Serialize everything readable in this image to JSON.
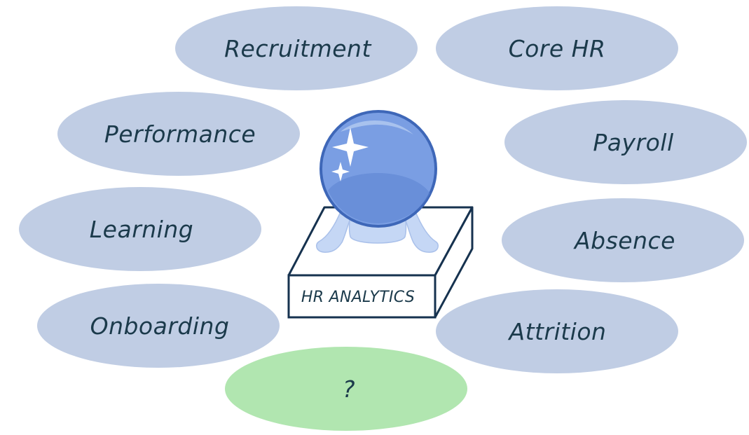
{
  "colors": {
    "ellipse_fill": "#c0cde4",
    "highlight_fill": "#b1e6b0",
    "text": "#1b3a4b",
    "box_stroke": "#16324f",
    "orb_fill": "#7a9ee3"
  },
  "categories": {
    "recruitment": "Recruitment",
    "core_hr": "Core HR",
    "performance": "Performance",
    "payroll": "Payroll",
    "learning": "Learning",
    "absence": "Absence",
    "onboarding": "Onboarding",
    "attrition": "Attrition",
    "unknown": "?"
  },
  "center": {
    "label": "HR ANALYTICS",
    "icon": "crystal-ball-icon"
  }
}
